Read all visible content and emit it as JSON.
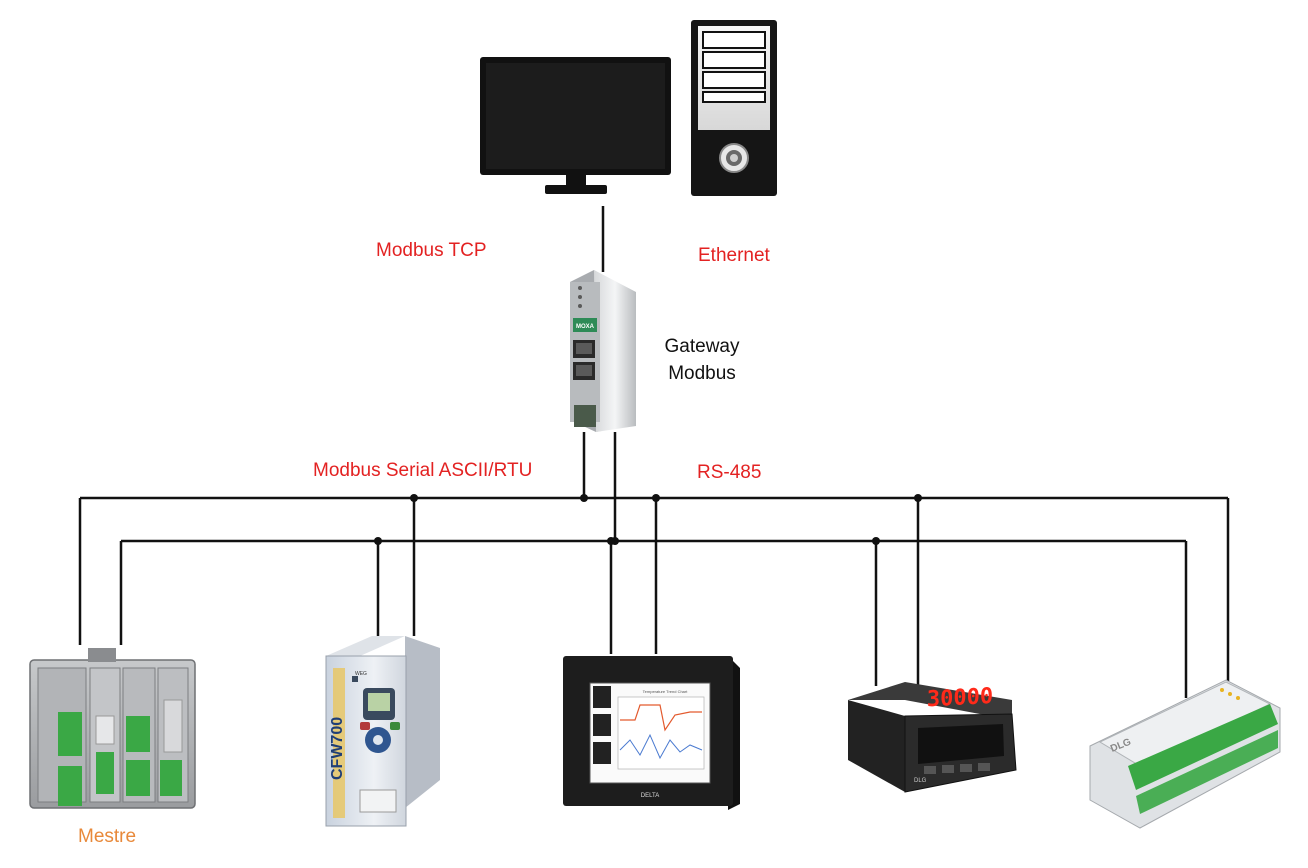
{
  "labels": {
    "modbus_tcp": "Modbus TCP",
    "ethernet": "Ethernet",
    "gateway_line1": "Gateway",
    "gateway_line2": "Modbus",
    "modbus_serial": "Modbus Serial ASCII/RTU",
    "rs485": "RS-485",
    "master": "Mestre"
  },
  "device_text": {
    "gateway_brand": "MOXA",
    "vfd_model": "CFW700",
    "vfd_brand": "WEG",
    "meter_display": "30000",
    "meter_brand": "DLG",
    "io_brand": "DLG",
    "hmi_brand": "DELTA",
    "hmi_chart_title": "Temperature Trend Chart"
  },
  "colors": {
    "label_red": "#e32222",
    "label_orange": "#e8893a",
    "bus_line": "#111111",
    "terminal_green": "#3aa845",
    "meter_digits": "#ff2a1a"
  },
  "icons": [
    "monitor-icon",
    "pc-tower-icon",
    "gateway-device-icon",
    "plc-icon",
    "vfd-icon",
    "hmi-icon",
    "panel-meter-icon",
    "io-module-icon"
  ]
}
